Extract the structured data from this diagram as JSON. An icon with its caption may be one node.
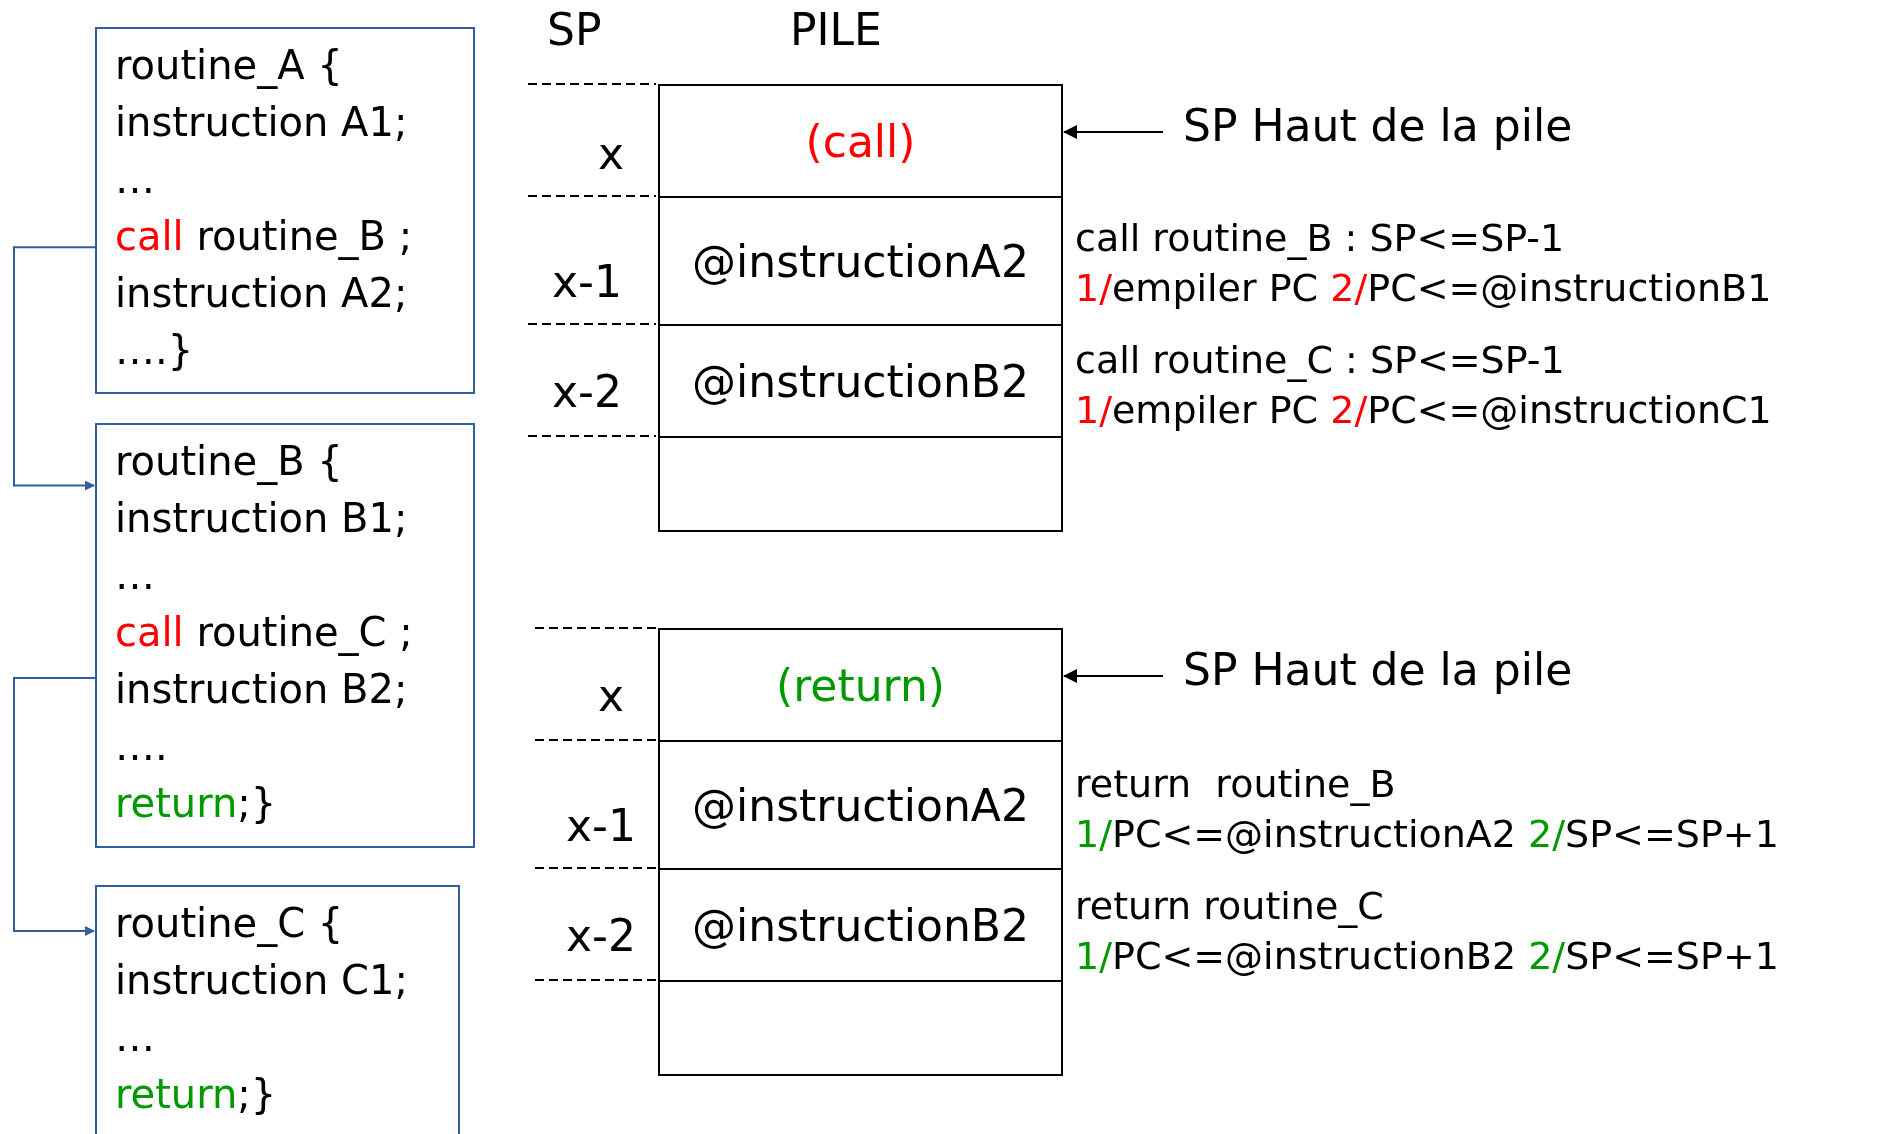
{
  "diagram": {
    "nodes": [
      {
        "text": [
          "routine_A {",
          "instruction A1;",
          "…",
          "**call** routine_B ;",
          "instruction A2;",
          "….}"
        ]
      },
      {
        "text": [
          "routine_B {",
          "instruction B1;",
          "…",
          "**call** routine_C ;",
          "instruction B2;",
          "….",
          "*return*;}"
        ]
      },
      {
        "text": [
          "routine_C {",
          "instruction C1;",
          "…",
          "*return*;}"
        ]
      },
      {
        "text": [
          "**(call)**"
        ]
      },
      {
        "text": [
          "@instructionA2"
        ]
      },
      {
        "text": [
          "@instructionB2"
        ]
      },
      {
        "text": [],
        "shape": "box"
      },
      {
        "text": [
          "*(return)*"
        ]
      },
      {
        "text": [
          "@instructionA2"
        ]
      },
      {
        "text": [
          "@instructionB2"
        ]
      },
      {
        "text": [],
        "shape": "box"
      },
      {
        "text": [
          "SP Haut de la pile"
        ]
      },
      {
        "text": [
          "SP Haut de la pile"
        ]
      }
    ],
    "edges": [
      {
        "from": 0,
        "to": 1,
        "arrow": "to"
      },
      {
        "from": 1,
        "to": 2,
        "arrow": "to"
      },
      {
        "from": 11,
        "to": 3,
        "arrow": "to",
        "color": "#000000"
      },
      {
        "from": 12,
        "to": 7,
        "arrow": "to",
        "color": "#000000"
      }
    ],
    "labels": [
      "SP",
      "PILE",
      "x",
      "x-1",
      "x-2",
      "call routine_B : SP<=SP-1",
      "**1/**empiler PC **2/**PC<=@instructionB1",
      "call routine_C : SP<=SP-1",
      "**1/**empiler PC **2/**PC<=@instructionC1",
      "x",
      "x-1",
      "x-2",
      "return  routine_B",
      "**1/**PC<=@instructionA2 **2/**SP<=SP+1",
      "return routine_C",
      "**1/**PC<=@instructionB2 **2/**SP<=SP+1"
    ]
  }
}
